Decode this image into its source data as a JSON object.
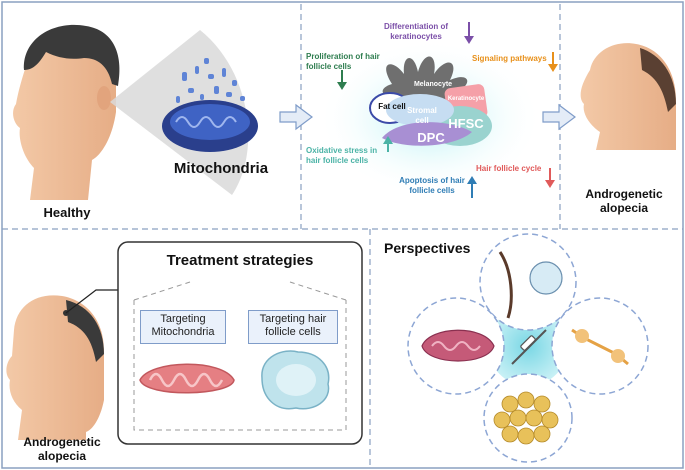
{
  "top": {
    "healthy_label": "Healthy",
    "mitochondria_label": "Mitochondria",
    "androgenetic_label": "Androgenetic alopecia",
    "cells": {
      "fat_cell": "Fat cell",
      "melanocyte": "Melanocyte",
      "stromal_cell": "Stromal cell",
      "dpc": "DPC",
      "hfsc": "HFSC",
      "keratinocyte": "Keratinocyte"
    },
    "effects": {
      "differentiation": "Differentiation of keratinocytes",
      "proliferation": "Proliferation of hair follicle cells",
      "signaling": "Signaling pathways",
      "oxidative": "Oxidative stress in hair follicle cells",
      "apoptosis": "Apoptosis of hair follicle cells",
      "cycle": "Hair follicle cycle"
    }
  },
  "bottom": {
    "androgenetic_label": "Androgenetic alopecia",
    "treatment_title": "Treatment strategies",
    "target_mito": "Targeting Mitochondria",
    "target_hair": "Targeting hair follicle cells",
    "perspectives_title": "Perspectives"
  },
  "colors": {
    "purple": "#7b4fa8",
    "green": "#2e7d4f",
    "orange": "#e8901a",
    "teal": "#4bb3a6",
    "blue": "#2f7db5",
    "red": "#e05a5a",
    "frame": "#8aa0c0"
  }
}
